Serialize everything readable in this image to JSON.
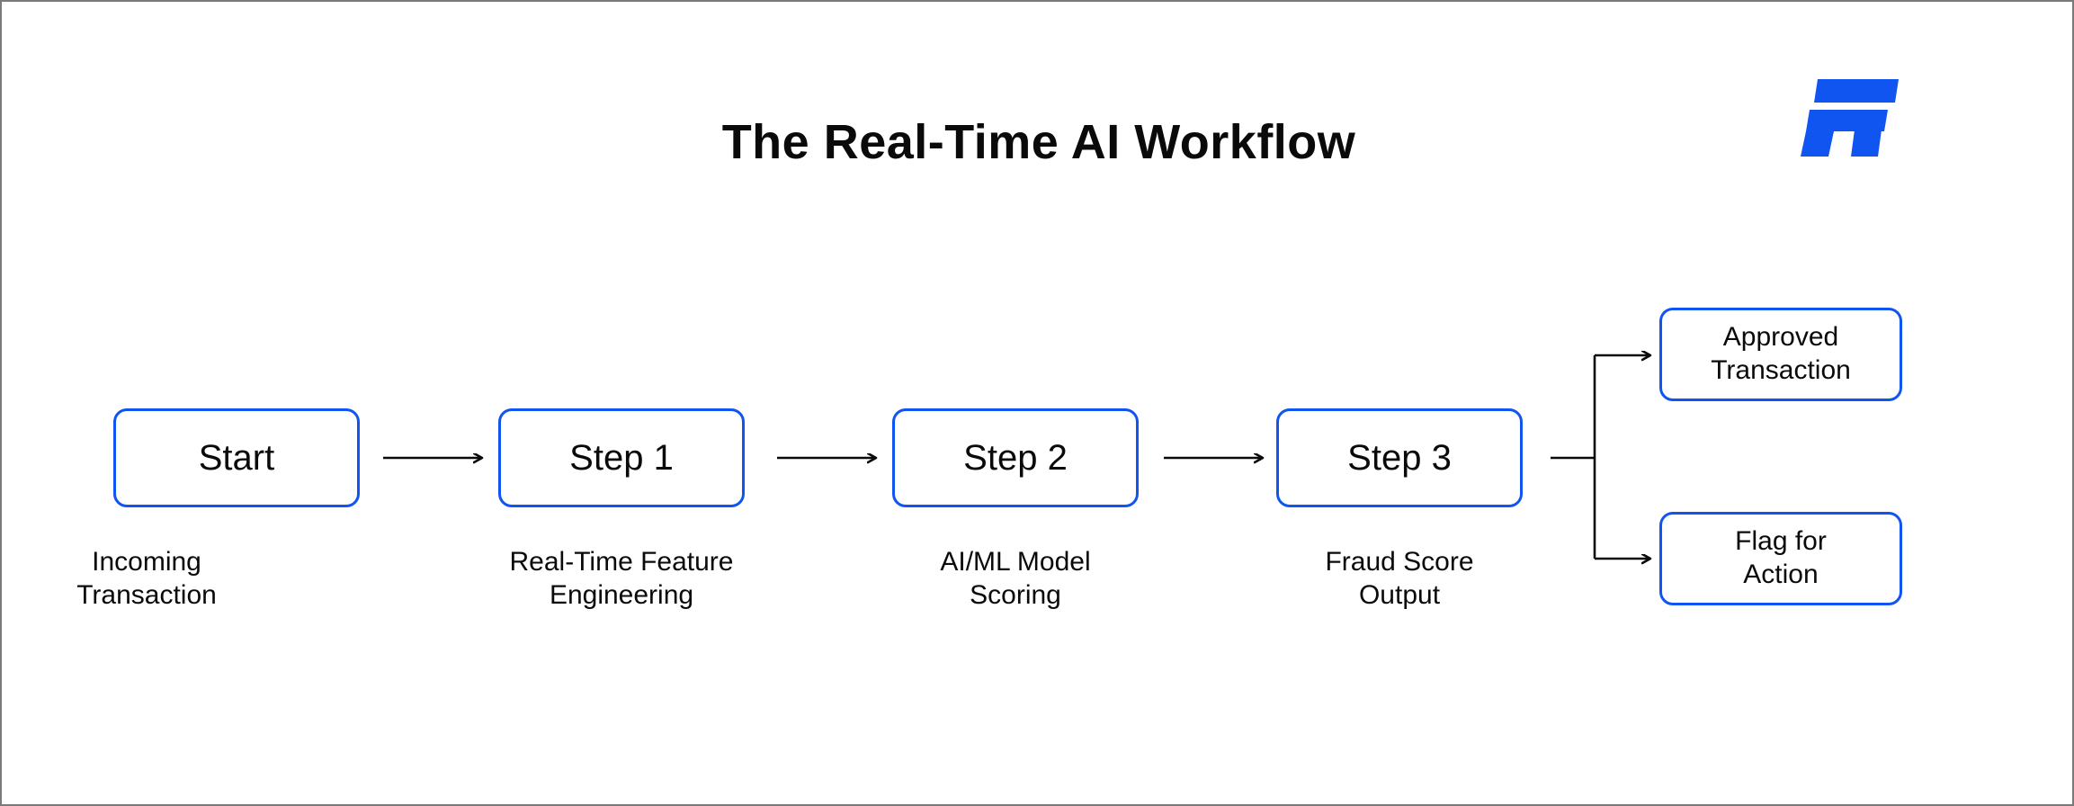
{
  "page": {
    "title": "The Real-Time AI Workflow",
    "background_color": "#ffffff",
    "border_color": "#7a7a7a",
    "accent_color": "#1055f0",
    "text_color": "#0a0a0a"
  },
  "logo": {
    "name": "ft-logo",
    "text": "FT",
    "color": "#1055f0"
  },
  "chart_data": {
    "type": "diagram",
    "title": "The Real-Time AI Workflow",
    "layout": "left-to-right flowchart with terminal branch",
    "nodes": [
      {
        "id": "start",
        "label": "Start",
        "caption_line1": "Incoming",
        "caption_line2": "Transaction"
      },
      {
        "id": "step1",
        "label": "Step 1",
        "caption_line1": "Real-Time Feature",
        "caption_line2": "Engineering"
      },
      {
        "id": "step2",
        "label": "Step 2",
        "caption_line1": "AI/ML Model",
        "caption_line2": "Scoring"
      },
      {
        "id": "step3",
        "label": "Step 3",
        "caption_line1": "Fraud Score",
        "caption_line2": "Output"
      }
    ],
    "outcomes": [
      {
        "id": "approved",
        "line1": "Approved",
        "line2": "Transaction"
      },
      {
        "id": "flagged",
        "line1": "Flag for",
        "line2": "Action"
      }
    ],
    "edges": [
      {
        "from": "start",
        "to": "step1",
        "style": "arrow"
      },
      {
        "from": "step1",
        "to": "step2",
        "style": "arrow"
      },
      {
        "from": "step2",
        "to": "step3",
        "style": "arrow"
      },
      {
        "from": "step3",
        "to": "approved",
        "style": "branch-arrow"
      },
      {
        "from": "step3",
        "to": "flagged",
        "style": "branch-arrow"
      }
    ]
  },
  "nodes": {
    "start": {
      "label": "Start",
      "caption_line1": "Incoming",
      "caption_line2": "Transaction"
    },
    "step1": {
      "label": "Step 1",
      "caption_line1": "Real-Time Feature",
      "caption_line2": "Engineering"
    },
    "step2": {
      "label": "Step 2",
      "caption_line1": "AI/ML Model",
      "caption_line2": "Scoring"
    },
    "step3": {
      "label": "Step 3",
      "caption_line1": "Fraud Score",
      "caption_line2": "Output"
    }
  },
  "outcomes": {
    "approved": {
      "line1": "Approved",
      "line2": "Transaction"
    },
    "flagged": {
      "line1": "Flag for",
      "line2": "Action"
    }
  }
}
